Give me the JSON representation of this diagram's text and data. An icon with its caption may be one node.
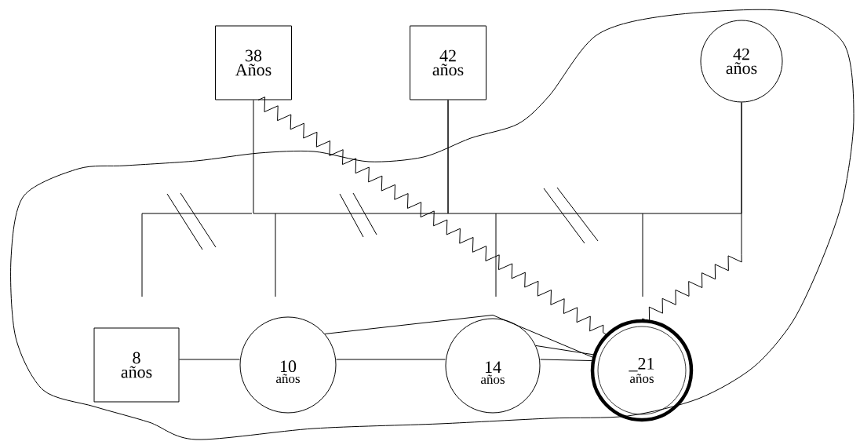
{
  "diagram": {
    "nodes": [
      {
        "text": [
          "38",
          "Años"
        ]
      },
      {
        "text": [
          "42",
          "años"
        ]
      },
      {
        "text": [
          "42",
          "años"
        ]
      },
      {
        "text": [
          "8",
          "años"
        ]
      },
      {
        "text": [
          "10",
          "años"
        ]
      },
      {
        "text": [
          "14",
          "años"
        ]
      },
      {
        "text": [
          "_21",
          "años"
        ]
      }
    ],
    "edges": [
      {
        "from": 0,
        "to": 1,
        "arrow": "none"
      },
      {
        "from": 1,
        "to": 2,
        "arrow": "none"
      },
      {
        "from": 0,
        "to": 6,
        "arrow": "none"
      },
      {
        "from": 2,
        "to": 6,
        "arrow": "none"
      },
      {
        "from": 3,
        "to": 4,
        "arrow": "none"
      },
      {
        "from": 4,
        "to": 5,
        "arrow": "none"
      },
      {
        "from": 5,
        "to": 6,
        "arrow": "none"
      },
      {
        "from": 4,
        "to": 6,
        "arrow": "none"
      },
      {
        "from": 5,
        "to": 6,
        "arrow": "none"
      }
    ]
  }
}
